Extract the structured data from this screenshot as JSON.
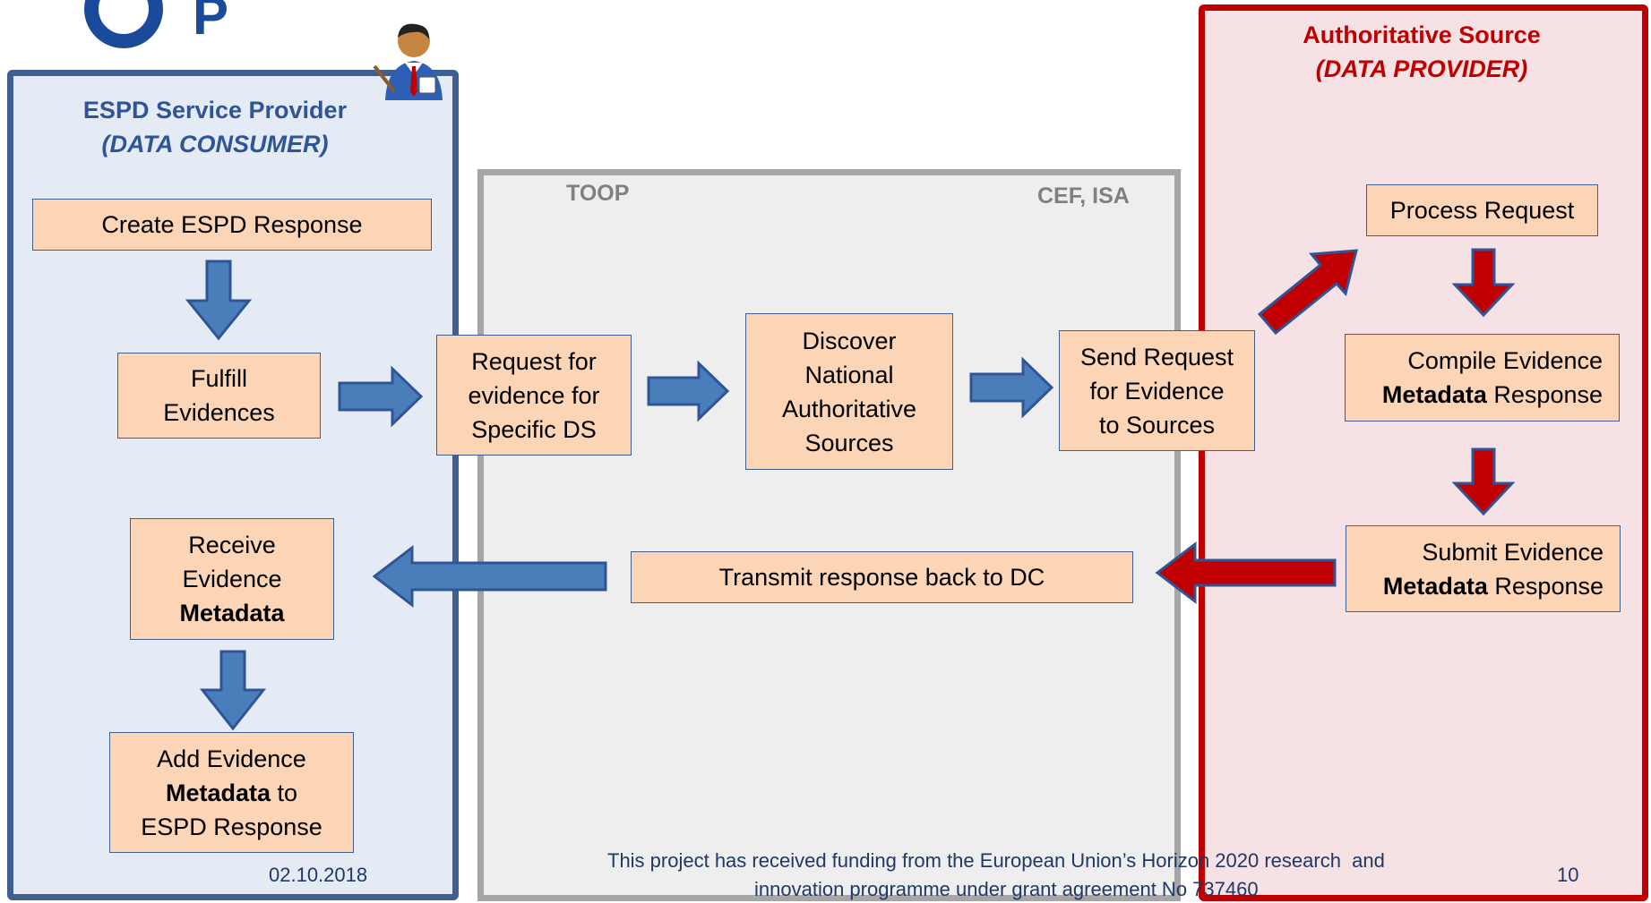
{
  "consumer": {
    "title": "ESPD Service Provider",
    "subtitle": "(DATA CONSUMER)",
    "boxes": {
      "create": "Create ESPD Response",
      "fulfill_1": "Fulfill",
      "fulfill_2": "Evidences",
      "receive_1": "Receive",
      "receive_2": "Evidence",
      "receive_3": "Metadata",
      "add_1": "Add Evidence",
      "add_2_bold": "Metadata",
      "add_2_rest": " to",
      "add_3": "ESPD Response"
    },
    "date": "02.10.2018"
  },
  "toop": {
    "left_label": "TOOP",
    "right_label": "CEF, ISA",
    "boxes": {
      "request_1": "Request for",
      "request_2": "evidence for",
      "request_3": "Specific DS",
      "discover_1": "Discover",
      "discover_2": "National",
      "discover_3": "Authoritative",
      "discover_4": "Sources",
      "send_1": "Send Request",
      "send_2": "for Evidence",
      "send_3": "to Sources",
      "transmit": "Transmit response back to DC"
    }
  },
  "provider": {
    "title": "Authoritative Source",
    "subtitle": "(DATA PROVIDER)",
    "boxes": {
      "process": "Process Request",
      "compile_1": "Compile Evidence",
      "compile_2_bold": "Metadata",
      "compile_2_rest": " Response",
      "submit_1": "Submit Evidence",
      "submit_2_bold": "Metadata",
      "submit_2_rest": " Response"
    }
  },
  "footer": {
    "funding_line1": "This project has received funding from the European Union’s Horizon 2020 research  and",
    "funding_line2": "innovation programme under grant agreement No 737460",
    "page_number": "10",
    "logo_text": "P"
  },
  "colors": {
    "blue_arrow": "#4a7ebb",
    "red_arrow": "#c00000",
    "box_fill": "#fbd5b5",
    "consumer_border": "#3e5f8f",
    "provider_border": "#c00000",
    "toop_border": "#a6a6a6"
  },
  "icons": [
    "logo-icon",
    "person-icon"
  ]
}
